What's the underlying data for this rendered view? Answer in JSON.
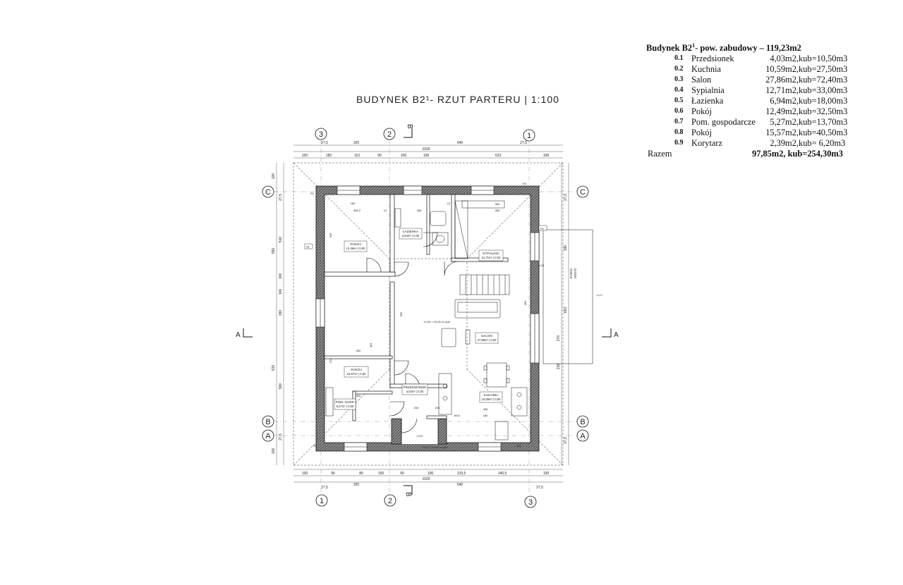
{
  "drawing": {
    "title": "BUDYNEK B2¹- RZUT PARTERU | 1:100",
    "axes": {
      "one": "1",
      "two": "2",
      "three": "3",
      "a": "A",
      "b": "B",
      "c": "C"
    },
    "section_marks": {
      "a": "A",
      "b": "B"
    },
    "rooms": [
      {
        "name": "POKÓJ",
        "area": "12,49m² | 0,00"
      },
      {
        "name": "ŁAZIENKA",
        "area": "6,94m² | 0,00"
      },
      {
        "name": "SYPIALNIA",
        "area": "12,71m² | 0,00"
      },
      {
        "name": "SALON",
        "area": "27,86m² | 0,00"
      },
      {
        "name": "POKÓJ",
        "area": "15,57m² | 0,00"
      },
      {
        "name": "PRZEDSIONEK",
        "area": "4,03m² | 0,00"
      },
      {
        "name": "KUCHNIA",
        "area": "10,59m² | 0,00"
      },
      {
        "name": "POM. GOSP.",
        "area": "5,27m² | 0,00"
      }
    ],
    "top_dims_outer": [
      "27,5",
      "325",
      "640",
      "27,5"
    ],
    "top_total": "1020",
    "top_dims_inner": [
      "100",
      "182",
      "110",
      "90",
      "100",
      "100",
      "523",
      "100"
    ],
    "bottom_dims_inner": [
      "100",
      "90",
      "80",
      "150",
      "90",
      "106",
      "133,5",
      "140,5",
      "100"
    ],
    "bottom_total": "1020",
    "bottom_dims_outer": [
      "27,5",
      "325",
      "640",
      "27,5"
    ],
    "left_dims": [
      "100",
      "550",
      "515",
      "100"
    ],
    "left_dims_inner": [
      "27,5",
      "510",
      "100",
      "100",
      "190",
      "500",
      "27,5"
    ],
    "right_dims": [
      "27,5",
      "190",
      "663",
      "270",
      "218",
      "27,5"
    ],
    "interior_dims": [
      "306,2",
      "12",
      "266",
      "12",
      "350",
      "180",
      "350",
      "343",
      "300",
      "453",
      "555",
      "200",
      "400",
      "180",
      "300",
      "203",
      "89,5",
      "463",
      "222"
    ],
    "levels": [
      "+0,00 = 29,26 m npm",
      "-0,11 = 29,10 m npm",
      "-0,03",
      "-0,17",
      "-0,22"
    ],
    "terrace": {
      "name": "TARAS",
      "area": "15,02m²"
    },
    "marks": [
      "S1",
      "R1",
      "R2",
      "R3",
      "R4",
      "D1"
    ]
  },
  "table": {
    "heading_pre": "Budynek B2",
    "heading_sup": "1",
    "heading_post": "- pow. zabudowy – 119,23m2",
    "rows": [
      {
        "num": "0.1",
        "name": "Przedsionek",
        "area": "4,03m2,",
        "kub": "kub=10,50m3"
      },
      {
        "num": "0.2",
        "name": "Kuchnia",
        "area": "10,59m2,",
        "kub": "kub=27,50m3"
      },
      {
        "num": "0.3",
        "name": "Salon",
        "area": "27,86m2,",
        "kub": "kub=72,40m3"
      },
      {
        "num": "0.4",
        "name": "Sypialnia",
        "area": "12,71m2,",
        "kub": "kub=33,00m3"
      },
      {
        "num": "0.5",
        "name": "Łazienka",
        "area": "6,94m2,",
        "kub": "kub=18,00m3"
      },
      {
        "num": "0.6",
        "name": "Pokój",
        "area": "12,49m2,",
        "kub": "kub=32,50m3"
      },
      {
        "num": "0.7",
        "name": "Pom. gospodarcze",
        "area": "5,27m2,",
        "kub": "kub=13,70m3"
      },
      {
        "num": "0.8",
        "name": "Pokój",
        "area": "15,57m2,",
        "kub": "kub=40,50m3"
      },
      {
        "num": "0.9",
        "name": "Korytarz",
        "area": "2,39m2,",
        "kub": "kub= 6,20m3"
      }
    ],
    "total_label": "Razem",
    "total_value": "97,85m2,  kub=254,30m3"
  }
}
